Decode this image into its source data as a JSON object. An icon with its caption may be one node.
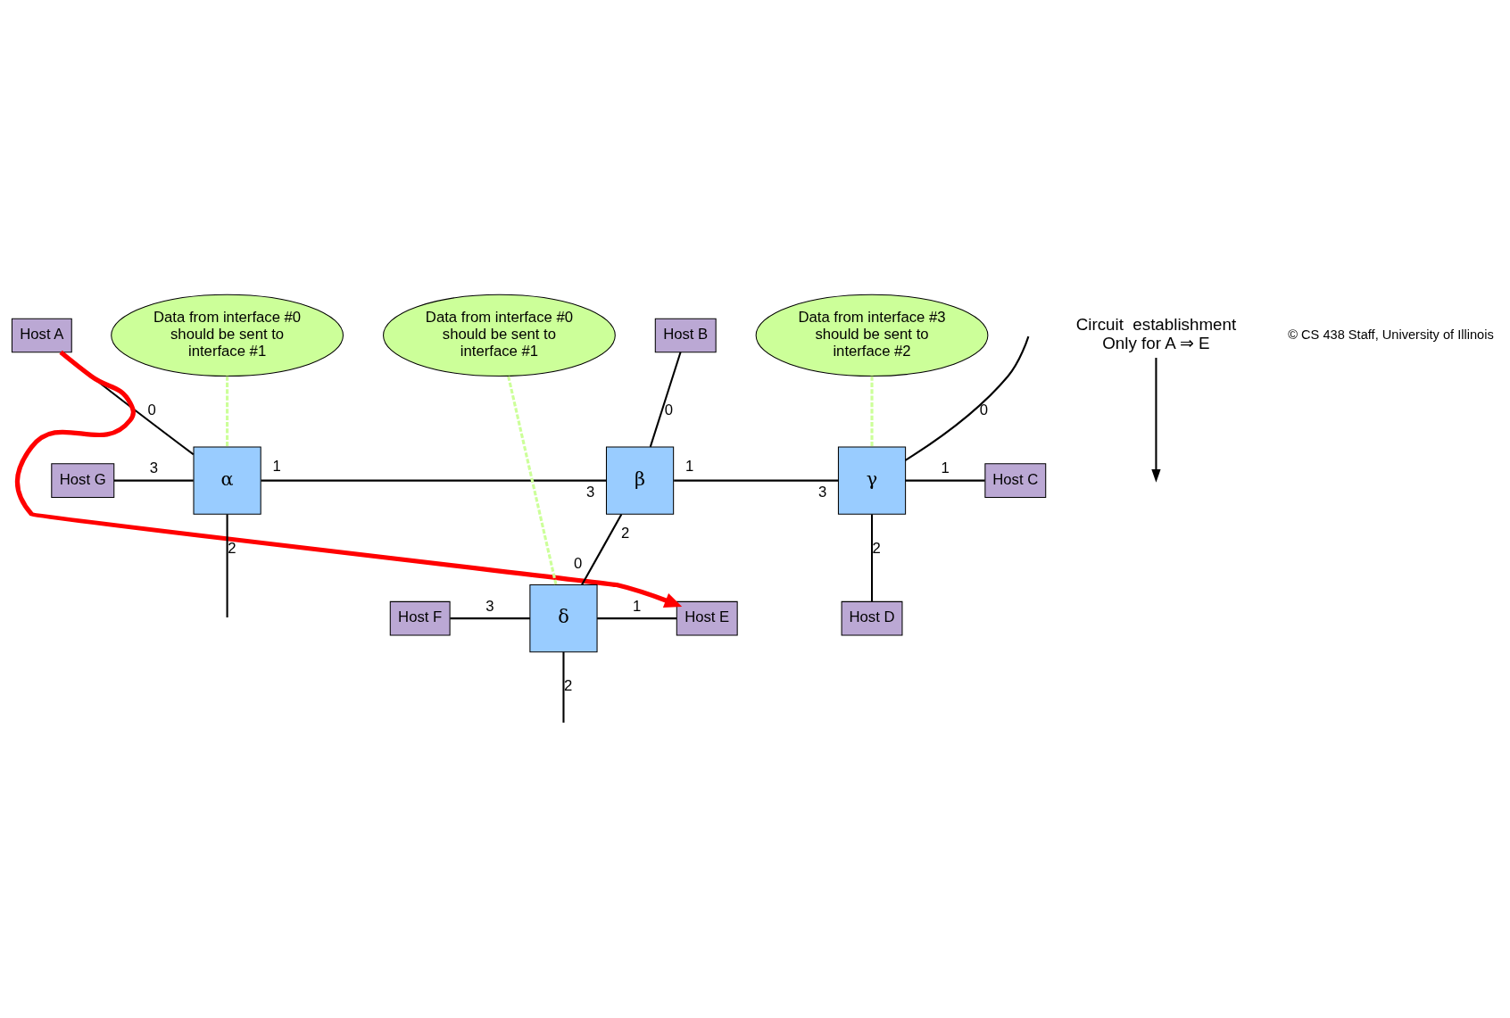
{
  "diagram": {
    "nodes": [
      {
        "text": [
          "Host A"
        ]
      },
      {
        "text": [
          "Host B"
        ]
      },
      {
        "text": [
          "Host G"
        ]
      },
      {
        "text": [
          "α"
        ]
      },
      {
        "text": [
          "β"
        ]
      },
      {
        "text": [
          "γ"
        ]
      },
      {
        "text": [
          "Host C"
        ]
      },
      {
        "text": [
          "Host D"
        ]
      },
      {
        "text": [
          "Host F"
        ]
      },
      {
        "text": [
          "δ"
        ]
      },
      {
        "text": [
          "Host E"
        ]
      },
      {
        "text": [
          "Data from interface #3 should be sent to interface #2"
        ]
      },
      {
        "text": [
          "Data from interface #0 should be sent to interface #1"
        ]
      },
      {
        "text": [
          "Data from interface #0 should be sent to interface #1"
        ]
      },
      {
        "text": [
          "Circuit  establishment Only for A ⇒ E"
        ]
      }
    ],
    "edges": [
      {
        "from": 0,
        "to": 3,
        "arrow": "none",
        "label": "0"
      },
      {
        "from": 2,
        "to": 3,
        "arrow": "none",
        "label": "3"
      },
      {
        "from": 3,
        "to": 4,
        "arrow": "none"
      },
      {
        "from": 3,
        "to": null,
        "arrow": "none",
        "label": "2"
      },
      {
        "from": 1,
        "to": 4,
        "arrow": "none",
        "label": "0"
      },
      {
        "from": 4,
        "to": 5,
        "arrow": "none"
      },
      {
        "from": 5,
        "to": null,
        "arrow": "none",
        "label": "0"
      },
      {
        "from": 5,
        "to": 6,
        "arrow": "none",
        "label": "1"
      },
      {
        "from": 4,
        "to": 9,
        "arrow": "none"
      },
      {
        "from": 5,
        "to": 7,
        "arrow": "none",
        "label": "2"
      },
      {
        "from": 8,
        "to": 9,
        "arrow": "none",
        "label": "3"
      },
      {
        "from": 9,
        "to": 10,
        "arrow": "none",
        "label": "1"
      },
      {
        "from": 9,
        "to": null,
        "arrow": "none",
        "label": "2"
      },
      {
        "from": 0,
        "to": 10,
        "arrow": "to",
        "style": "thick",
        "color": "#ff0000"
      },
      {
        "from": 14,
        "to": null,
        "arrow": "to"
      },
      {
        "from": 11,
        "to": 5,
        "arrow": "none",
        "style": "dashed",
        "color": "#ccff99"
      },
      {
        "from": 12,
        "to": 3,
        "arrow": "none",
        "style": "dashed",
        "color": "#ccff99"
      },
      {
        "from": 13,
        "to": 9,
        "arrow": "none",
        "style": "dashed",
        "color": "#ccff99"
      }
    ],
    "labels": [
      "1",
      "3",
      "1",
      "3",
      "2",
      "0",
      "© CS 438 Staff, University of Illinois"
    ]
  }
}
